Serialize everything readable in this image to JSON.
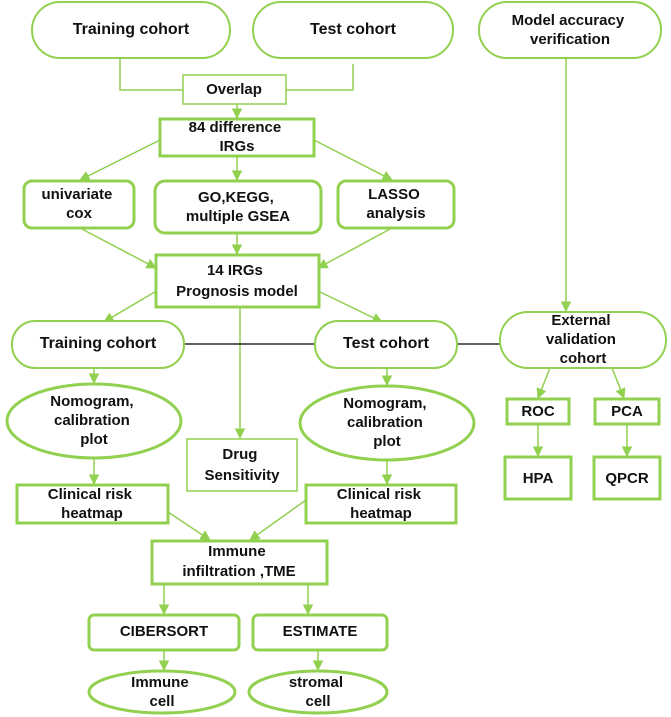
{
  "colors": {
    "stroke": "#92d050",
    "text": "#111111",
    "connector": "#000000"
  },
  "nodes": {
    "training_top": {
      "lines": [
        "Training cohort"
      ]
    },
    "test_top": {
      "lines": [
        "Test cohort"
      ]
    },
    "model_accuracy": {
      "lines": [
        "Model accuracy",
        "verification"
      ]
    },
    "overlap": {
      "lines": [
        "Overlap"
      ]
    },
    "difference": {
      "lines": [
        "84 difference",
        "IRGs"
      ]
    },
    "univariate": {
      "lines": [
        "univariate",
        "cox"
      ]
    },
    "go_kegg": {
      "lines": [
        "GO,KEGG,",
        "multiple GSEA"
      ]
    },
    "lasso": {
      "lines": [
        "LASSO",
        "analysis"
      ]
    },
    "prognosis": {
      "lines": [
        "14  IRGs",
        "Prognosis model"
      ]
    },
    "training_mid": {
      "lines": [
        "Training cohort"
      ]
    },
    "test_mid": {
      "lines": [
        "Test cohort"
      ]
    },
    "external": {
      "lines": [
        "External",
        "validation",
        "cohort"
      ]
    },
    "nomo_left": {
      "lines": [
        "Nomogram,",
        "calibration",
        "plot"
      ]
    },
    "nomo_right": {
      "lines": [
        "Nomogram,",
        "calibration",
        "plot"
      ]
    },
    "drug": {
      "lines": [
        "Drug",
        "Sensitivity"
      ]
    },
    "roc": {
      "lines": [
        "ROC"
      ]
    },
    "pca": {
      "lines": [
        "PCA"
      ]
    },
    "hpa": {
      "lines": [
        "HPA"
      ]
    },
    "qpcr": {
      "lines": [
        "QPCR"
      ]
    },
    "clin_left": {
      "lines": [
        "Clinical risk",
        "heatmap"
      ]
    },
    "clin_right": {
      "lines": [
        "Clinical risk",
        "heatmap"
      ]
    },
    "immune": {
      "lines": [
        "Immune",
        "infiltration ,TME"
      ]
    },
    "cibersort": {
      "lines": [
        "CIBERSORT"
      ]
    },
    "estimate": {
      "lines": [
        "ESTIMATE"
      ]
    },
    "immune_cell": {
      "lines": [
        "Immune",
        "cell"
      ]
    },
    "stromal_cell": {
      "lines": [
        "stromal",
        "cell"
      ]
    }
  }
}
